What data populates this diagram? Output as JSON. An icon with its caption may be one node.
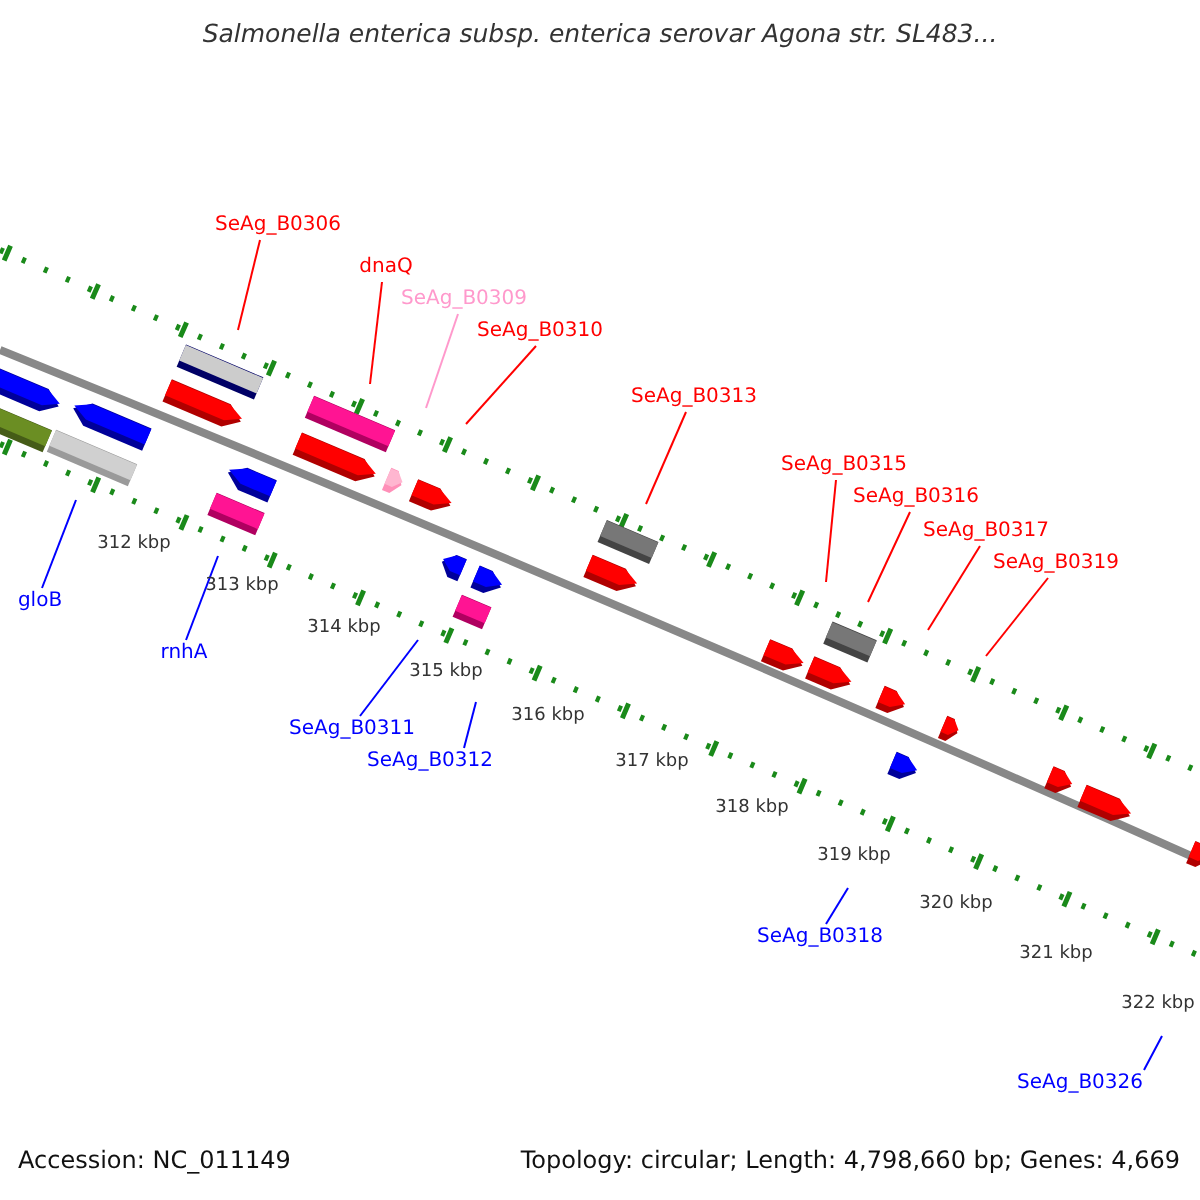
{
  "diagram": {
    "title": "Salmonella enterica subsp. enterica serovar Agona str. SL483...",
    "nodes": [
      {
        "text": [
          "SeAg_B0306"
        ]
      },
      {
        "text": [
          "dnaQ"
        ]
      },
      {
        "text": [
          "SeAg_B0309"
        ]
      },
      {
        "text": [
          "SeAg_B0310"
        ]
      },
      {
        "text": [
          "SeAg_B0313"
        ]
      },
      {
        "text": [
          "SeAg_B0315"
        ]
      },
      {
        "text": [
          "SeAg_B0316"
        ]
      },
      {
        "text": [
          "SeAg_B0317"
        ]
      },
      {
        "text": [
          "SeAg_B0319"
        ]
      },
      {
        "text": [
          "gloB"
        ]
      },
      {
        "text": [
          "rnhA"
        ]
      },
      {
        "text": [
          "SeAg_B0311"
        ]
      },
      {
        "text": [
          "SeAg_B0312"
        ]
      },
      {
        "text": [
          "SeAg_B0318"
        ]
      },
      {
        "text": [
          "SeAg_B0326"
        ]
      }
    ],
    "edges": [
      {
        "from": 0,
        "to": null,
        "arrow": "none"
      },
      {
        "from": 1,
        "to": null,
        "arrow": "none"
      },
      {
        "from": 2,
        "to": null,
        "arrow": "none",
        "color": "#ff99cc"
      },
      {
        "from": 3,
        "to": null,
        "arrow": "none"
      },
      {
        "from": 4,
        "to": null,
        "arrow": "none"
      },
      {
        "from": 5,
        "to": null,
        "arrow": "none"
      },
      {
        "from": 6,
        "to": null,
        "arrow": "none"
      },
      {
        "from": 7,
        "to": null,
        "arrow": "none"
      },
      {
        "from": 8,
        "to": null,
        "arrow": "none"
      },
      {
        "from": 9,
        "to": null,
        "arrow": "none",
        "color": "#0000ff"
      },
      {
        "from": 10,
        "to": null,
        "arrow": "none",
        "color": "#0000ff"
      },
      {
        "from": 11,
        "to": null,
        "arrow": "none",
        "color": "#0000ff"
      },
      {
        "from": 12,
        "to": null,
        "arrow": "none",
        "color": "#0000ff"
      },
      {
        "from": 13,
        "to": null,
        "arrow": "none",
        "color": "#0000ff"
      },
      {
        "from": 14,
        "to": null,
        "arrow": "none",
        "color": "#0000ff"
      }
    ],
    "labels": [
      "312 kbp",
      "313 kbp",
      "314 kbp",
      "315 kbp",
      "316 kbp",
      "317 kbp",
      "318 kbp",
      "319 kbp",
      "320 kbp",
      "321 kbp",
      "322 kbp",
      "Accession: NC_011149",
      "Topology: circular; Length: 4,798,660 bp; Genes: 4,669"
    ]
  }
}
